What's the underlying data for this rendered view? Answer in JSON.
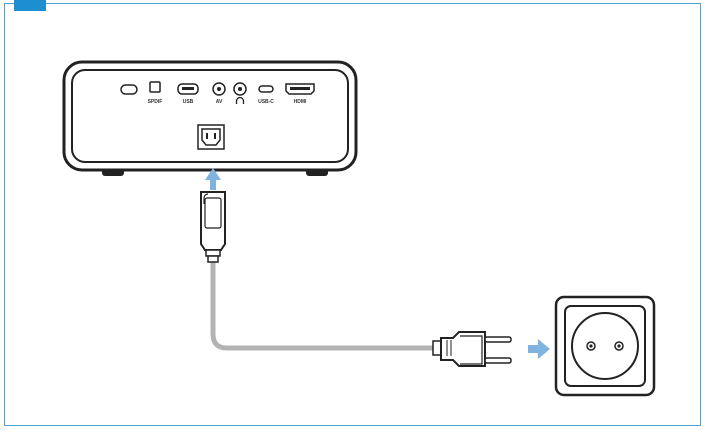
{
  "diagram": {
    "ports": {
      "spdif": "SPDIF",
      "usb": "USB",
      "av": "AV",
      "usbc": "USB-C",
      "hdmi": "HDMI"
    },
    "colors": {
      "frame": "#4aa3cf",
      "tab": "#1d8fd1",
      "arrow": "#7fb3e0",
      "cable": "#b3b3b3",
      "outline": "#222222"
    }
  }
}
